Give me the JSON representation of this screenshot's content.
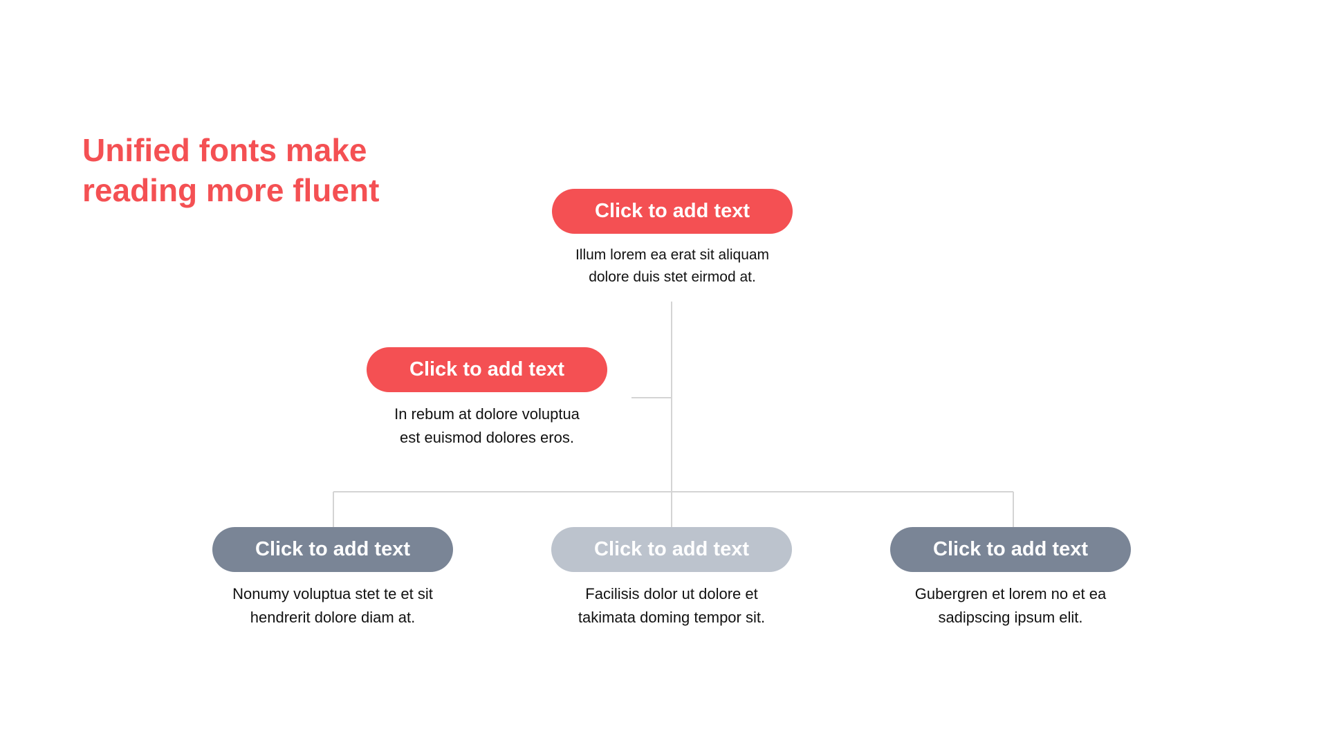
{
  "title": {
    "line1": "Unified fonts make",
    "line2": "reading more fluent"
  },
  "colors": {
    "accent_red": "#f45053",
    "slate": "#7a8596",
    "light_slate": "#bcc3cd",
    "connector": "#d4d4d4"
  },
  "nodes": {
    "top": {
      "label": "Click to add text",
      "description": "Illum lorem ea erat sit aliquam\ndolore duis stet eirmod at."
    },
    "middle": {
      "label": "Click to add text",
      "description": "In rebum at dolore voluptua\nest euismod dolores eros."
    },
    "bottom_left": {
      "label": "Click to add text",
      "description": "Nonumy voluptua stet te et sit\nhendrerit dolore diam at."
    },
    "bottom_center": {
      "label": "Click to add text",
      "description": "Facilisis dolor ut dolore et\ntakimata doming tempor sit."
    },
    "bottom_right": {
      "label": "Click to add text",
      "description": "Gubergren et lorem no et ea\nsadipscing ipsum elit."
    }
  }
}
